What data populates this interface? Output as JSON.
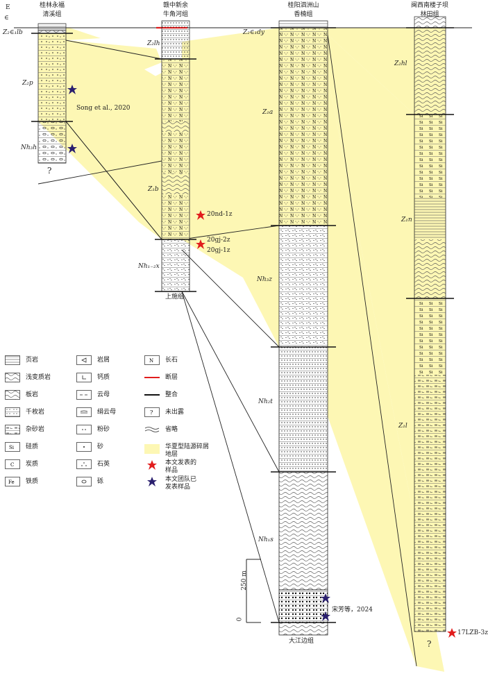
{
  "columns": [
    {
      "region": "桂林永福",
      "formation": "清溪组"
    },
    {
      "region": "赣中新余",
      "formation": "牛角河组"
    },
    {
      "region": "桂阳泗洲山",
      "formation": "香楠组"
    },
    {
      "region": "闽西南楼子坝",
      "formation": "林田组"
    }
  ],
  "unit_labels": {
    "cambrian_top": "∈",
    "east": "E",
    "c1_top": "Z₂∈₁lb",
    "c1_mid": "Z₂p",
    "c1_low": "Nh₃h",
    "c2_top": "Z₂lh",
    "c2_mid": "Z₁b",
    "c2_low": "Nh₁₋₂x",
    "c3_top": "Z₂∈₁dy",
    "c3_a": "Z₁a",
    "c3_z": "Nh₃z",
    "c3_t": "Nh₂t",
    "c3_s": "Nh₁s",
    "c4_top": "Z₂hl",
    "c4_n": "Z₁n",
    "c4_l": "Z₁l"
  },
  "base_labels": {
    "c1": "?",
    "c2": "上施组",
    "c3": "大江边组",
    "c4": "?"
  },
  "samples": {
    "s1": "20nd-1z",
    "s2": "20gj-2z",
    "s3": "20gj-1z",
    "s4": "17LZB-3z",
    "ref1": "Song et al., 2020",
    "ref2": "宋芳等，2024"
  },
  "scale": {
    "top": "250 m",
    "bottom": "0"
  },
  "legend": {
    "col1": [
      "页岩",
      "浅变质岩",
      "板岩",
      "千枚岩",
      "杂砂岩",
      "硅质",
      "炭质",
      "铁质"
    ],
    "col2": [
      "岩屑",
      "钙质",
      "云母",
      "绢云母",
      "粉砂",
      "砂",
      "石英",
      "砾"
    ],
    "col3": [
      "长石",
      "断层",
      "整合",
      "未出露",
      "省略",
      "华夏型陆源碎屑地层",
      "本文发表的样品",
      "本文团队已发表样品"
    ]
  },
  "colors": {
    "highlight": "#fdf7b4",
    "red_star": "#e11d1d",
    "blue_star": "#2a1f6e",
    "fault": "#e11d1d"
  }
}
